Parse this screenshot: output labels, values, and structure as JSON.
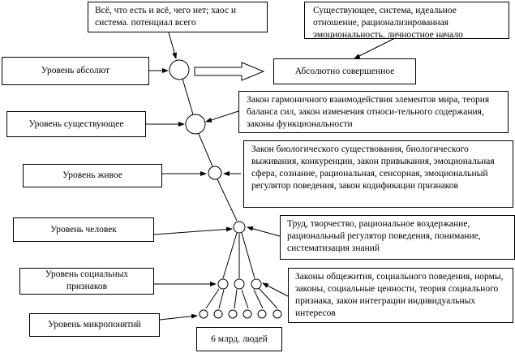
{
  "levels": [
    {
      "id": "absolute",
      "label": "Уровень абсолют"
    },
    {
      "id": "existing",
      "label": "Уровень существующее"
    },
    {
      "id": "living",
      "label": "Уровень живое"
    },
    {
      "id": "human",
      "label": "Уровень человек"
    },
    {
      "id": "social",
      "label": "Уровень социальных признаков"
    },
    {
      "id": "micro",
      "label": "Уровень микропонятий"
    }
  ],
  "descriptions": {
    "absolute_top": "Всё, что есть и всё, чего нет; хаос и система. потенциал всего",
    "perfect_note": "Существующее, система, идеальное отношение, рационализированная эмоциональность, личностное начало",
    "existing": "Закон гармоничного взаимодействия элементов мира, теория баланса сил, закон изменения относи-тельного содержания, законы функциональности",
    "living": "Закон биологического существования, биологического выживания, конкуренции, закон привыкания, эмоциональная сфера, сознание, рациональная, сенсорная, эмоциональный регулятор поведения, закон кодификации признаков",
    "human": "Труд, творчество, рациональное воздержание, рациональный регулятор поведения, понимание, систематизация знаний",
    "social": "Законы общежития, социального поведения, нормы, законы, социальные ценности, теория социального признака, закон интеграции индивидуальных интересов"
  },
  "outcomes": {
    "perfect": "Абсолютно совершенное",
    "people": "6 млрд. людей"
  }
}
